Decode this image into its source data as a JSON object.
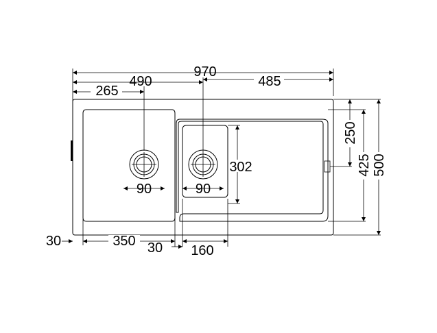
{
  "dimensions": {
    "overall_width": "970",
    "left_section": "490",
    "right_section": "485",
    "left_bowl_drain_offset": "265",
    "left_bowl_margin": "30",
    "left_bowl_width": "350",
    "bowl_gap": "30",
    "small_bowl_width": "160",
    "left_drain_diameter": "90",
    "right_drain_diameter": "90",
    "small_bowl_depth": "302",
    "drain_depth_offset": "250",
    "bowl_depth": "425",
    "overall_depth": "500"
  }
}
